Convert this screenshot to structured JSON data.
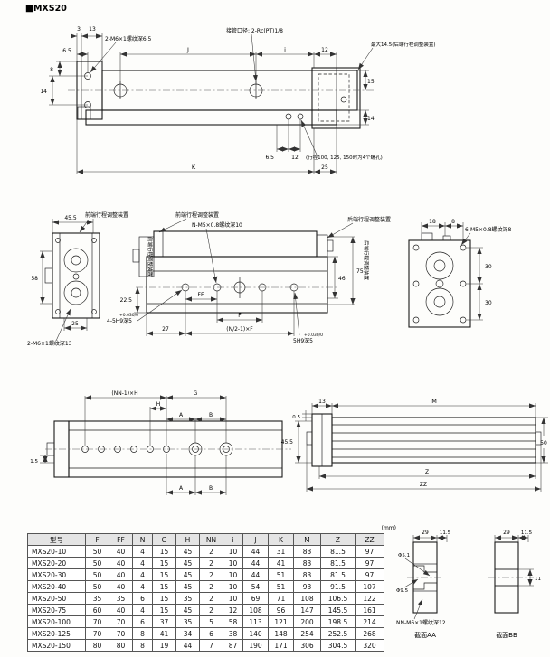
{
  "page": {
    "title": "■MXS20",
    "units": "(mm)"
  },
  "tv": {
    "d3": "3",
    "d13": "13",
    "thread": "2-M6×1螺纹深6.5",
    "port": "接管口径: 2-Rc(PT)1/8",
    "max": "最大14.5(后端行程调整装置)",
    "d65t": "6.5",
    "dJ": "J",
    "di": "i",
    "d12t": "12",
    "d8": "8",
    "d14l": "14",
    "d15": "15",
    "d14r": "14",
    "d65b": "6.5",
    "d12b": "12",
    "holes": "(行程100, 125, 150时为4个螺孔)",
    "dK": "K",
    "d25": "25"
  },
  "sv": {
    "d455": "45.5",
    "front_l": "前端行程调整装置",
    "d58": "58",
    "d25": "25",
    "m6note": "2-M6×1螺纹深13",
    "front_v": "前端行程调整装置",
    "d225": "22.5",
    "front": "前端行程调整装置",
    "nm5": "N-M5×0.8螺纹深10",
    "rear": "后端行程调整装置",
    "rear_v": "后端行程调整装置",
    "dFF": "FF",
    "dF": "F",
    "d27": "27",
    "h9l": "4-5H9深5",
    "tol": "+0.030/0",
    "formula": "(N/2-1)×F",
    "h9r": "5H9深5",
    "tol2": "+0.030/0",
    "d46": "46",
    "d75": "75",
    "d18": "18",
    "d8": "8",
    "m5note": "6-M5×0.8螺纹深8",
    "d30a": "30",
    "d30b": "30"
  },
  "bv": {
    "nnh": "(NN-1)×H",
    "dG": "G",
    "dH": "H",
    "dAt": "A",
    "dBt": "B",
    "dAb": "A",
    "dBb": "B",
    "d15": "1.5"
  },
  "pv": {
    "d13": "13",
    "dM": "M",
    "d05": "0.5",
    "d455": "45.5",
    "d50": "50",
    "dZ": "Z",
    "dZZ": "ZZ"
  },
  "sec": {
    "aa": {
      "d29": "29",
      "d115": "11.5",
      "dia1": "Φ5.1",
      "dia2": "Φ9.5",
      "note": "NN-M6×1螺纹深12",
      "cap": "截面AA"
    },
    "bb": {
      "d29": "29",
      "d115": "11.5",
      "d11": "11",
      "cap": "截面BB"
    }
  },
  "table": {
    "headers": [
      "型号",
      "F",
      "FF",
      "N",
      "G",
      "H",
      "NN",
      "i",
      "J",
      "K",
      "M",
      "Z",
      "ZZ"
    ],
    "rows": [
      [
        "MXS20-10",
        "50",
        "40",
        "4",
        "15",
        "45",
        "2",
        "10",
        "44",
        "31",
        "83",
        "81.5",
        "97"
      ],
      [
        "MXS20-20",
        "50",
        "40",
        "4",
        "15",
        "45",
        "2",
        "10",
        "44",
        "41",
        "83",
        "81.5",
        "97"
      ],
      [
        "MXS20-30",
        "50",
        "40",
        "4",
        "15",
        "45",
        "2",
        "10",
        "44",
        "51",
        "83",
        "81.5",
        "97"
      ],
      [
        "MXS20-40",
        "50",
        "40",
        "4",
        "15",
        "45",
        "2",
        "10",
        "54",
        "51",
        "93",
        "91.5",
        "107"
      ],
      [
        "MXS20-50",
        "35",
        "35",
        "6",
        "15",
        "35",
        "2",
        "10",
        "69",
        "71",
        "108",
        "106.5",
        "122"
      ],
      [
        "MXS20-75",
        "60",
        "40",
        "4",
        "15",
        "45",
        "2",
        "12",
        "108",
        "96",
        "147",
        "145.5",
        "161"
      ],
      [
        "MXS20-100",
        "70",
        "70",
        "6",
        "37",
        "35",
        "5",
        "58",
        "113",
        "121",
        "200",
        "198.5",
        "214"
      ],
      [
        "MXS20-125",
        "70",
        "70",
        "8",
        "41",
        "34",
        "6",
        "38",
        "140",
        "148",
        "254",
        "252.5",
        "268"
      ],
      [
        "MXS20-150",
        "80",
        "80",
        "8",
        "19",
        "44",
        "7",
        "87",
        "190",
        "171",
        "306",
        "304.5",
        "320"
      ]
    ]
  }
}
